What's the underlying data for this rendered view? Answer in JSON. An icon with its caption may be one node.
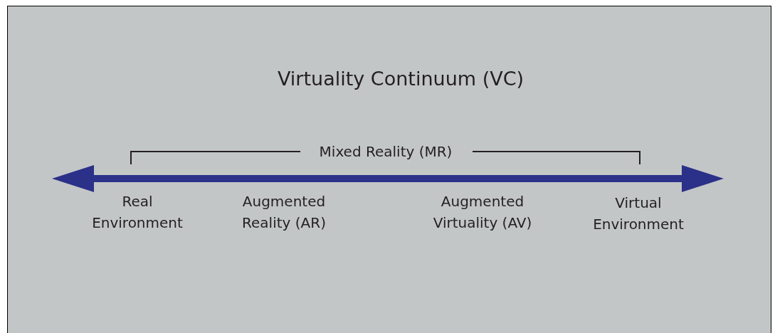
{
  "diagram": {
    "title": "Virtuality Continuum (VC)",
    "labels": [
      "Mixed Reality (MR)",
      "Real Environment",
      "Augmented Reality (AR)",
      "Augmented Virtuality (AV)",
      "Virtual Environment"
    ]
  }
}
